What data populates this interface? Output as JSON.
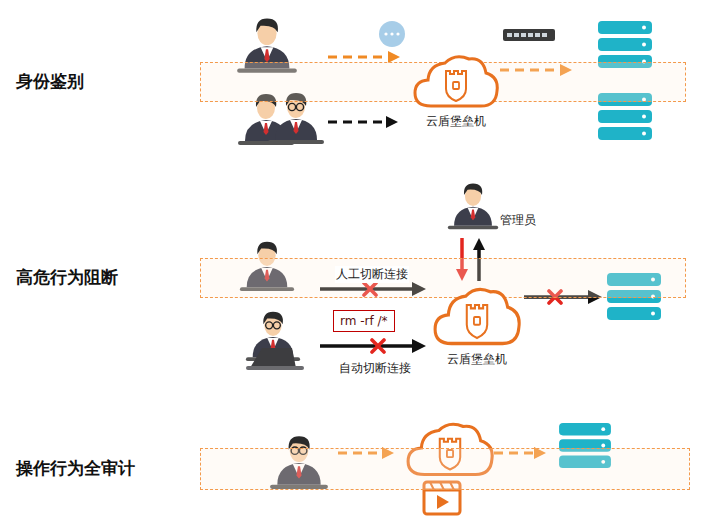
{
  "diagram": {
    "nodes": [
      {
        "text": [
          "身份鉴别"
        ]
      },
      {
        "text": [
          "云盾堡垒机"
        ],
        "in": 0
      },
      {
        "text": [
          "管理员"
        ]
      },
      {
        "text": [
          "高危行为阻断"
        ]
      },
      {
        "text": [
          "云盾堡垒机"
        ],
        "in": 3
      },
      {
        "text": [
          "rm -rf /*"
        ]
      },
      {
        "text": [
          "操作行为全审计"
        ]
      }
    ],
    "edges": [
      {
        "from": 2,
        "to": 4,
        "arrow": "to"
      },
      {
        "from": 4,
        "to": 2,
        "arrow": "to"
      }
    ],
    "labels": [
      "人工切断连接",
      "自动切断连接"
    ]
  }
}
